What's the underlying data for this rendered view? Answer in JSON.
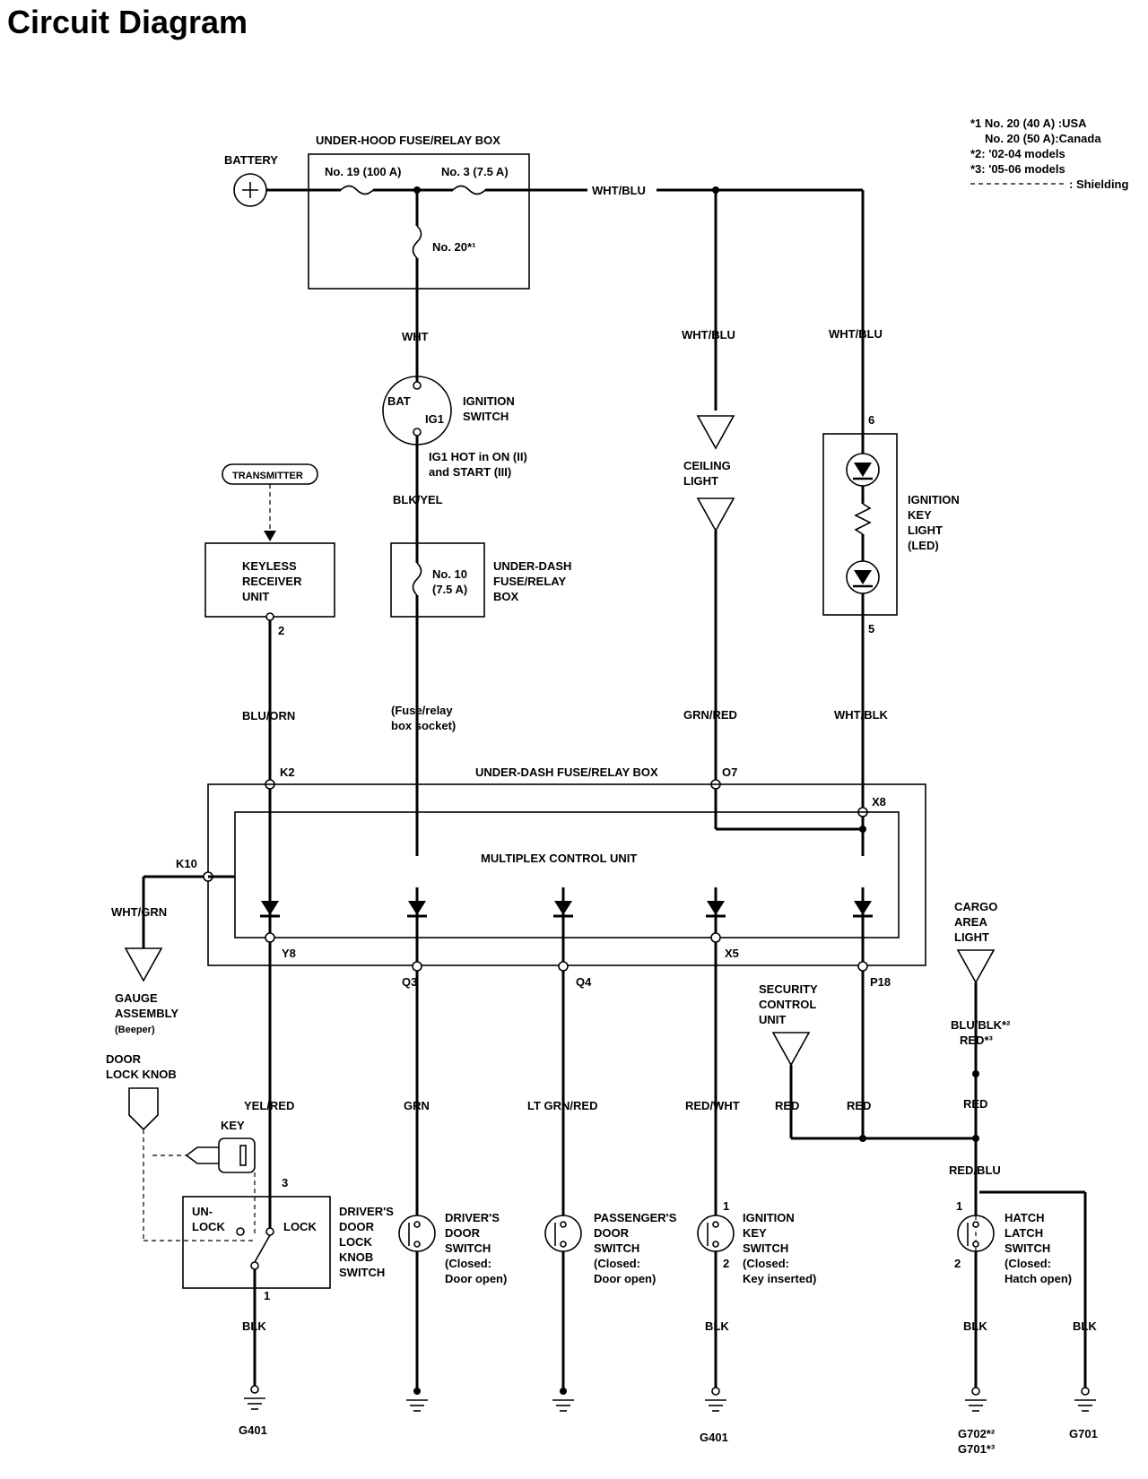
{
  "title": "Circuit Diagram",
  "notes": {
    "n1a": "*1 No. 20 (40 A) :USA",
    "n1b": "No. 20 (50 A):Canada",
    "n2": "*2: '02-04 models",
    "n3": "*3: '05-06 models",
    "shield": ": Shielding"
  },
  "labels": {
    "underhood_box": "UNDER-HOOD FUSE/RELAY BOX",
    "battery": "BATTERY",
    "fuse19": "No. 19 (100 A)",
    "fuse3": "No. 3 (7.5 A)",
    "fuse20": "No. 20*¹",
    "top_wire": "WHT/BLU",
    "wht": "WHT",
    "bat": "BAT",
    "ig1": "IG1",
    "ign_switch_1": "IGNITION",
    "ign_switch_2": "SWITCH",
    "ig1hot_1": "IG1 HOT in ON (II)",
    "ig1hot_2": "and START (III)",
    "blkyel": "BLK/YEL",
    "transmitter": "TRANSMITTER",
    "keyless_1": "KEYLESS",
    "keyless_2": "RECEIVER",
    "keyless_3": "UNIT",
    "pin_2": "2",
    "fuse10_1": "No. 10",
    "fuse10_2": "(7.5 A)",
    "udbox_1": "UNDER-DASH",
    "udbox_2": "FUSE/RELAY",
    "udbox_3": "BOX",
    "socket_1": "(Fuse/relay",
    "socket_2": "box socket)",
    "bluorn": "BLU/ORN",
    "whtblu_ceiling": "WHT/BLU",
    "whtblu_key": "WHT/BLU",
    "ceiling_1": "CEILING",
    "ceiling_2": "LIGHT",
    "pin_6": "6",
    "pin_5": "5",
    "ikl_1": "IGNITION",
    "ikl_2": "KEY",
    "ikl_3": "LIGHT",
    "ikl_4": "(LED)",
    "grnred": "GRN/RED",
    "whtblk": "WHT/BLK",
    "udbox_bar": "UNDER-DASH FUSE/RELAY BOX",
    "k2": "K2",
    "o7": "O7",
    "x8": "X8",
    "k10": "K10",
    "mcu": "MULTIPLEX CONTROL UNIT",
    "whtgrn": "WHT/GRN",
    "gauge_1": "GAUGE",
    "gauge_2": "ASSEMBLY",
    "gauge_3": "(Beeper)",
    "y8": "Y8",
    "q3": "Q3",
    "q4": "Q4",
    "x5": "X5",
    "p18": "P18",
    "cargo_1": "CARGO",
    "cargo_2": "AREA",
    "cargo_3": "LIGHT",
    "security_1": "SECURITY",
    "security_2": "CONTROL",
    "security_3": "UNIT",
    "blublk": "BLU/BLK*²",
    "red_star3": "RED*³",
    "dlk_1": "DOOR",
    "dlk_2": "LOCK KNOB",
    "key": "KEY",
    "yelred": "YEL/RED",
    "grn": "GRN",
    "ltgrnred": "LT GRN/RED",
    "redwht": "RED/WHT",
    "red_a": "RED",
    "red_b": "RED",
    "red_c": "RED",
    "redblu": "RED/BLU",
    "pin_3": "3",
    "unlock_1": "UN-",
    "unlock_2": "LOCK",
    "lock": "LOCK",
    "ddlks_1": "DRIVER'S",
    "ddlks_2": "DOOR",
    "ddlks_3": "LOCK",
    "ddlks_4": "KNOB",
    "ddlks_5": "SWITCH",
    "pin_1a": "1",
    "dds_1": "DRIVER'S",
    "dds_2": "DOOR",
    "dds_3": "SWITCH",
    "dds_4": "(Closed:",
    "dds_5": "Door open)",
    "pds_1": "PASSENGER'S",
    "pds_2": "DOOR",
    "pds_3": "SWITCH",
    "pds_4": "(Closed:",
    "pds_5": "Door open)",
    "pin_1b": "1",
    "pin_2b": "2",
    "iks_1": "IGNITION",
    "iks_2": "KEY",
    "iks_3": "SWITCH",
    "iks_4": "(Closed:",
    "iks_5": "Key inserted)",
    "pin_1c": "1",
    "pin_2c": "2",
    "hls_1": "HATCH",
    "hls_2": "LATCH",
    "hls_3": "SWITCH",
    "hls_4": "(Closed:",
    "hls_5": "Hatch open)",
    "blk_a": "BLK",
    "blk_b": "BLK",
    "blk_c": "BLK",
    "blk_d": "BLK",
    "g401_a": "G401",
    "g401_b": "G401",
    "g702": "G702*²",
    "g701_star": "G701*³",
    "g701": "G701"
  }
}
